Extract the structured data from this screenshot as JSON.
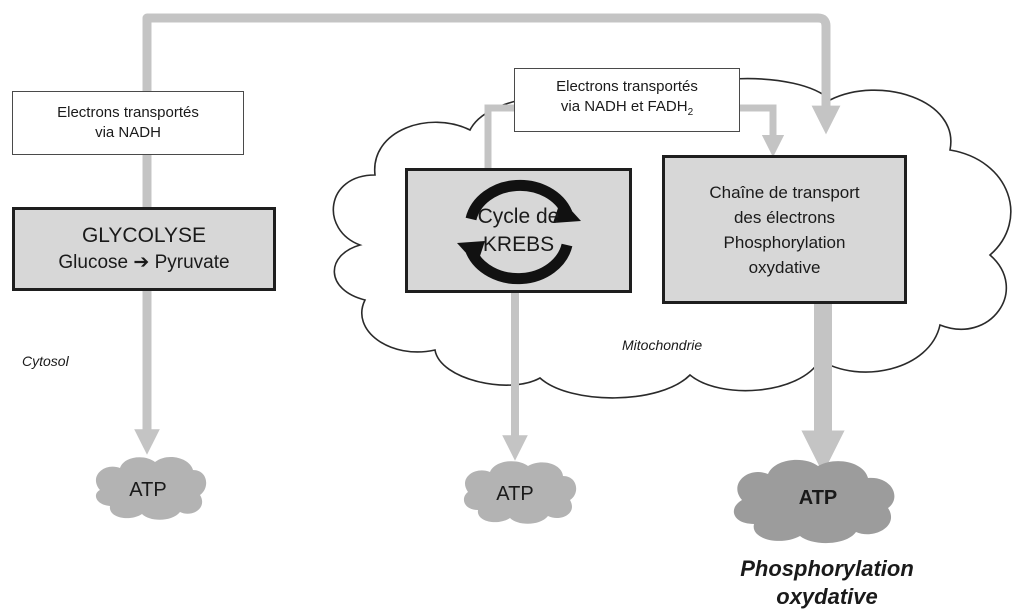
{
  "colors": {
    "arrow": "#c4c4c4",
    "process_fill": "#d7d7d7",
    "process_border": "#1e1e1e",
    "cloud_fill": "#b3b3b3",
    "cloud_big_fill": "#9c9c9c"
  },
  "label_cytosol": {
    "line1": "Electrons transportés",
    "line2": "via NADH"
  },
  "label_mito": {
    "line1": "Electrons transportés",
    "line2_prefix": "via NADH et FADH",
    "line2_sub": "2"
  },
  "glycolyse": {
    "title": "GLYCOLYSE",
    "from": "Glucose",
    "arrow": "➔",
    "to": "Pyruvate"
  },
  "krebs": {
    "line1": "Cycle de",
    "line2": "KREBS"
  },
  "chain": {
    "line1": "Chaîne de transport",
    "line2": "des électrons",
    "line3": "Phosphorylation",
    "line4": "oxydative"
  },
  "region_cytosol": "Cytosol",
  "region_mito": "Mitochondrie",
  "atp": {
    "left": "ATP",
    "middle": "ATP",
    "right": "ATP"
  },
  "footer": {
    "line1": "Phosphorylation",
    "line2": "oxydative"
  }
}
